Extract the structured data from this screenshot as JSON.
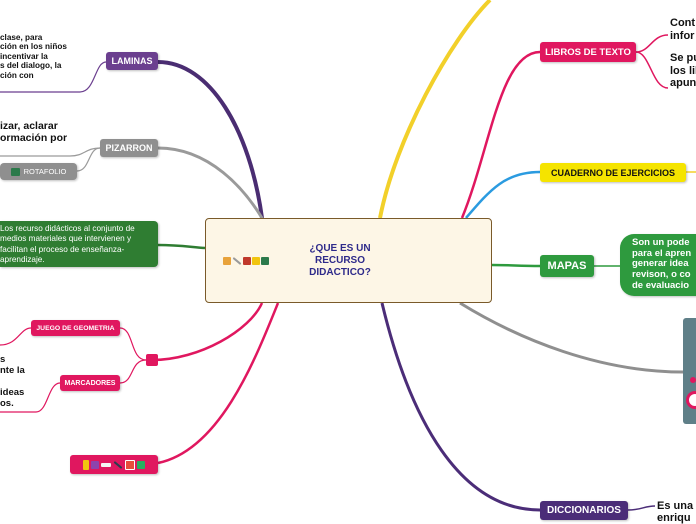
{
  "central": {
    "title_lines": [
      "¿QUE ES UN",
      "RECURSO",
      "DIDACTICO?"
    ],
    "image": "open-book-icon",
    "icons": [
      "abacus-icon",
      "pencil-icon",
      "books-icon",
      "sticky-note-icon",
      "teacher-icon"
    ]
  },
  "left": {
    "laminas": {
      "label": "LAMINAS",
      "desc_lines": [
        "clase, para",
        "ción en los niños",
        "incentivar la",
        "s del dialogo, la",
        "ción con"
      ]
    },
    "pizarron": {
      "label": "PIZARRON",
      "desc_lines": [
        "izar, aclarar",
        "ormación por"
      ],
      "sub_label": "ROTAFOLIO",
      "sub_icon": "teacher-icon"
    },
    "definition": {
      "lines": [
        "Los recurso didácticos al conjunto de",
        "medios materiales que intervienen y",
        "facilitan el proceso de enseñanza-",
        "aprendizaje."
      ]
    },
    "junction": {
      "geometria_label": "JUEGO DE GEOMETRIA",
      "marcadores_label": "MARCADORES",
      "desc_lines": [
        "s",
        "nte la",
        "",
        "ideas",
        "os."
      ]
    },
    "icons_node": {
      "icons": [
        "sticky-note-icon",
        "books-icon",
        "ruler-icon",
        "pencil-icon",
        "calculator-icon",
        "notebook-icon"
      ]
    }
  },
  "right": {
    "libros": {
      "label": "LIBROS DE TEXTO",
      "desc1_lines": [
        "Cont",
        "infor"
      ],
      "desc2_lines": [
        "Se pu",
        "los lil",
        "apun"
      ]
    },
    "cuaderno": {
      "label": "CUADERNO DE EJERCICIOS"
    },
    "mapas": {
      "label": "MAPAS",
      "desc_lines": [
        "Son un pode",
        "para el apren",
        "generar idea",
        "revison, o co",
        "de evaluacio"
      ]
    },
    "clock": {
      "icon": "alarm-clock-icon"
    },
    "diccionarios": {
      "label": "DICCIONARIOS",
      "desc_lines": [
        "Es una",
        "enriqu"
      ]
    }
  },
  "colors": {
    "laminas": "#6b3f8f",
    "pizarron": "#8f8f8f",
    "definition": "#2f7d32",
    "pink": "#e0175f",
    "libros": "#e0175f",
    "cuaderno": "#f5e400",
    "cuaderno_branch": "#f2d02a",
    "blue_branch": "#2b9be0",
    "mapas": "#2e9a3e",
    "diccionarios": "#4b2d78",
    "clock_panel": "#5f7f88"
  }
}
